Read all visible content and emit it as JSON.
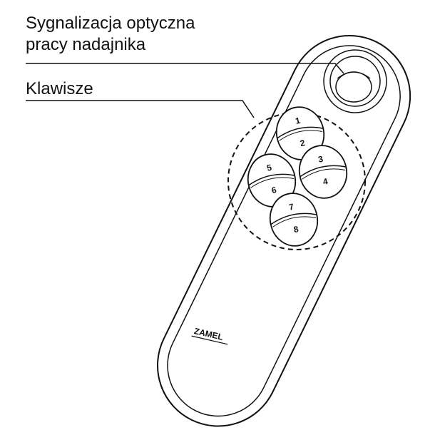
{
  "callouts": {
    "signal_line1": "Sygnalizacja optyczna",
    "signal_line2": "pracy nadajnika",
    "keys": "Klawisze"
  },
  "buttons": [
    "1",
    "2",
    "3",
    "4",
    "5",
    "6",
    "7",
    "8"
  ],
  "logo": "ZAMEL"
}
